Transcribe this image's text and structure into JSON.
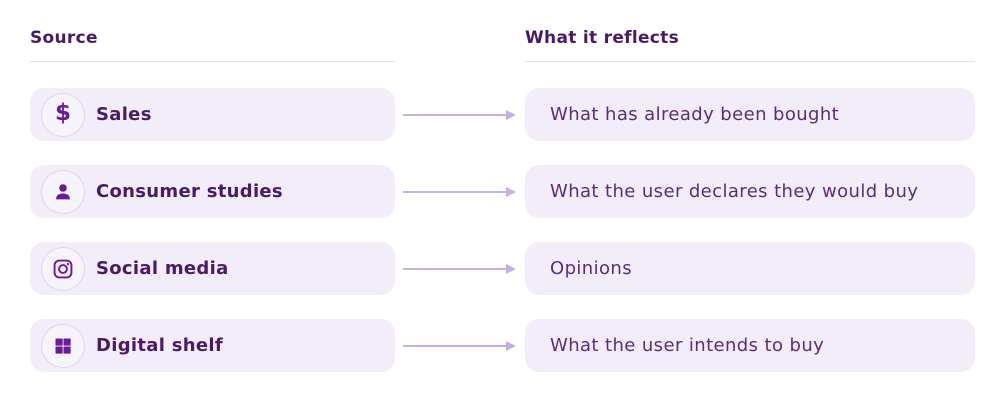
{
  "headers": {
    "source": "Source",
    "reflects": "What it reflects"
  },
  "rows": [
    {
      "icon": "dollar-icon",
      "source": "Sales",
      "reflects": "What has already been bought"
    },
    {
      "icon": "person-icon",
      "source": "Consumer studies",
      "reflects": "What the user declares they would buy"
    },
    {
      "icon": "instagram-icon",
      "source": "Social media",
      "reflects": "Opinions"
    },
    {
      "icon": "grid-icon",
      "source": "Digital shelf",
      "reflects": "What the user intends to buy"
    }
  ],
  "icon_glyphs": {
    "dollar": "$"
  },
  "colors": {
    "header_text": "#4a1a69",
    "source_label_text": "#4a1a69",
    "reflect_text": "#5c2c7b",
    "icon_purple": "#6a1b9a",
    "card_background": "#f2edf9",
    "icon_circle_border": "#e0d3ef",
    "arrow": "#c7aee4",
    "divider": "#e4dcf0",
    "page_background": "#ffffff"
  }
}
